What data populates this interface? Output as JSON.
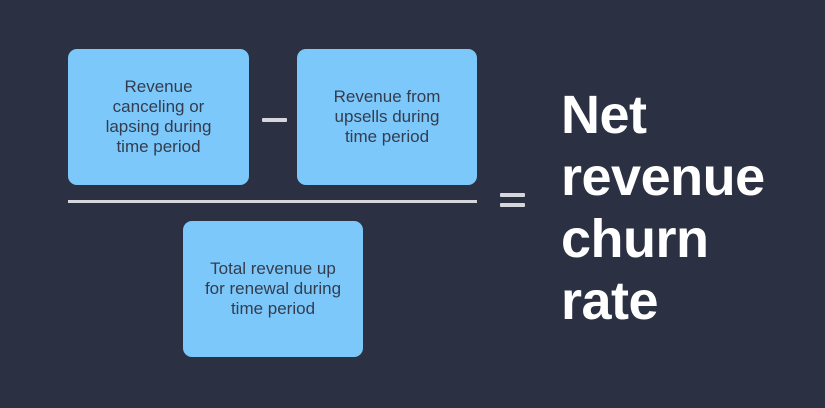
{
  "colors": {
    "background": "#2b3142",
    "box_fill": "#7dc8fa",
    "box_text": "#343c4e",
    "line": "#d5d7dc",
    "result_text": "#ffffff"
  },
  "formula": {
    "numerator": {
      "minuend": {
        "text": "Revenue canceling or lapsing during time period",
        "lines": [
          "Revenue",
          "canceling or",
          "lapsing during",
          "time period"
        ]
      },
      "operator": "minus",
      "subtrahend": {
        "text": "Revenue from upsells during time period",
        "lines": [
          "Revenue from",
          "upsells during",
          "time period"
        ]
      }
    },
    "denominator": {
      "text": "Total revenue up for renewal during time period",
      "lines": [
        "Total revenue up",
        "for renewal during",
        "time period"
      ]
    },
    "equals_operator": "equals",
    "result": {
      "text": "Net revenue churn rate",
      "lines": [
        "Net",
        "revenue",
        "churn",
        "rate"
      ]
    }
  }
}
